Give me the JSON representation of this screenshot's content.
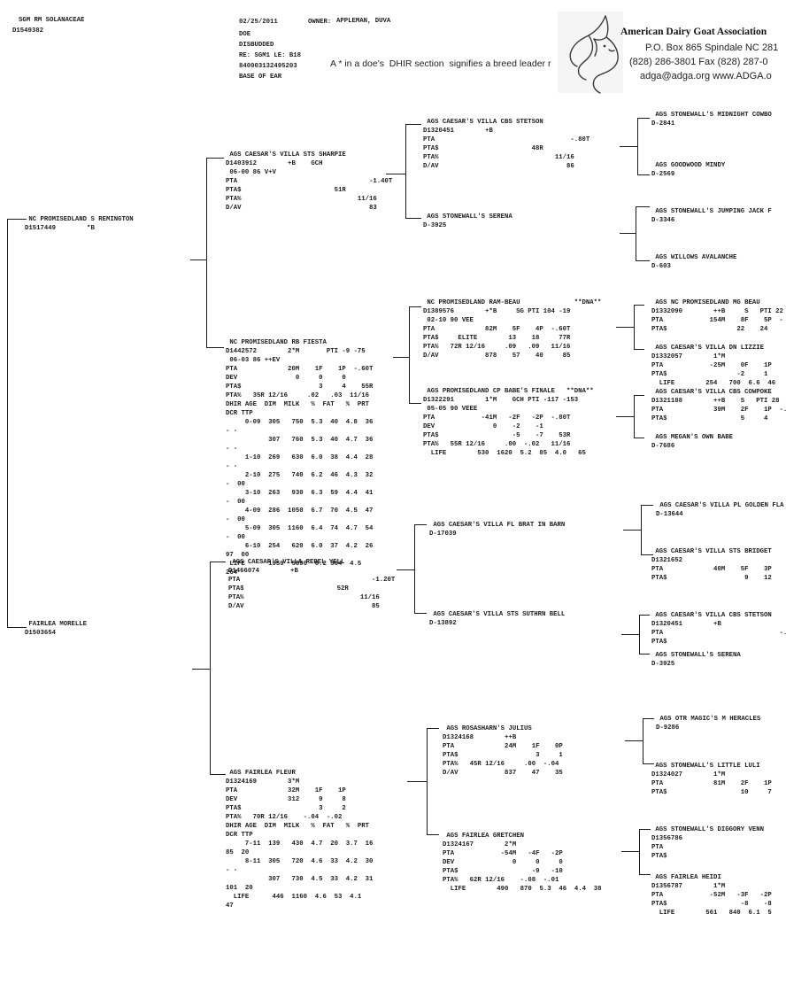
{
  "header": {
    "subject": {
      "name": "SGM RM SOLANACEAE",
      "id": "D1549382"
    },
    "date": "02/25/2011",
    "owner_label": "OWNER:",
    "owner_name": "APPLEMAN, DUVA",
    "info_lines": [
      "DOE",
      "DISBUDDED",
      "RE: SGM1 LE: B18",
      "840003132495203",
      "BASE OF EAR"
    ],
    "note": "A * in a doe's  DHIR section  signifies a breed leader r",
    "association": {
      "logo_icon": "goat-line-art",
      "name": "American Dairy Goat Association",
      "address_line1": "P.O. Box 865   Spindale NC 281",
      "address_line2": "(828) 286-3801   Fax (828) 287-0",
      "address_line3": "adga@adga.org  www.ADGA.o"
    }
  },
  "pedigree": {
    "nodes": [
      {
        "id": "stetson_top",
        "lines": [
          " AGS CAESAR'S VILLA CBS STETSON",
          "D1320451        +B",
          "PTA                                   -.80T",
          "PTA$                        48R",
          "PTA%                              11/16",
          "D/AV                                 86"
        ]
      },
      {
        "id": "midnight_cowboy",
        "lines": [
          " AGS STONEWALL'S MIDNIGHT COWBO",
          "D-2841"
        ]
      },
      {
        "id": "sharpie",
        "lines": [
          " AGS CAESAR'S VILLA STS SHARPIE",
          "D1403912        +B    GCH",
          " 06-00 86 V+V",
          "PTA                                  -1.40T",
          "PTA$                        51R",
          "PTA%                              11/16",
          "D/AV                                 83"
        ]
      },
      {
        "id": "goodwood_mindy",
        "lines": [
          " AGS GOODWOOD MINDY",
          "D-2569"
        ]
      },
      {
        "id": "jumping_jack",
        "lines": [
          " AGS STONEWALL'S JUMPING JACK F",
          "D-3346"
        ]
      },
      {
        "id": "serena_top",
        "lines": [
          " AGS STONEWALL'S SERENA",
          "D-3925"
        ]
      },
      {
        "id": "remington",
        "lines": [
          " NC PROMISEDLAND S REMINGTON",
          "D1517449        *B"
        ]
      },
      {
        "id": "willows_avalanche",
        "lines": [
          " AGS WILLOWS AVALANCHE",
          "D-603"
        ]
      },
      {
        "id": "mg_beau",
        "lines": [
          " AGS NC PROMISEDLAND MG BEAU",
          "D1332090        ++B     S   PTI 22",
          "PTA            154M    8F    5P  -",
          "PTA$                  22    24"
        ]
      },
      {
        "id": "ram_beau",
        "lines": [
          " NC PROMISEDLAND RAM-BEAU              **DNA**",
          "D1389576        +*B     SG PTI 104 -19",
          " 02-10 90 VEE",
          "PTA             82M    5F    4P  -.60T",
          "PTA$     ELITE        13    18     77R",
          "PTA%   72R 12/16     .09   .09   11/16",
          "D/AV            878    57    40     85"
        ]
      },
      {
        "id": "fiesta",
        "lines": [
          " NC PROMISEDLAND RB FIESTA",
          "D1442572        2*M       PTI -9 -75",
          " 06-03 86 ++EV",
          "PTA             20M    1F    1P  -.60T",
          "DEV               0     0     0",
          "PTA$                    3     4    55R",
          "PTA%   35R 12/16     .02   .03  11/16",
          "DHIR AGE  DIM  MILK   %  FAT   %  PRT",
          "DCR TTP",
          "     0-09  305   750  5.3  40  4.8  36",
          "- -",
          "           307   760  5.3  40  4.7  36",
          "- -",
          "     1-10  269   630  6.0  38  4.4  28",
          "- -",
          "     2-10  275   740  6.2  46  4.3  32",
          "-  00",
          "     3-10  263   930  6.3  59  4.4  41",
          "-  00",
          "     4-09  286  1050  6.7  70  4.5  47",
          "-  00",
          "     5-09  305  1160  6.4  74  4.7  54",
          "-  00",
          "     6-10  254   620  6.0  37  4.2  26",
          "97  00",
          " LIFE      1959  5890  6.2 364  4.5",
          "264"
        ]
      },
      {
        "id": "dn_lizzie",
        "lines": [
          " AGS CAESAR'S VILLA DN LIZZIE",
          "D1332057        1*M",
          "PTA            -25M    0F    1P",
          "PTA$                  -2     1",
          "  LIFE        254   700  6.6  46"
        ]
      },
      {
        "id": "cowpoke",
        "lines": [
          " AGS CAESAR'S VILLA CBS COWPOKE",
          "D1321188        ++B    S   PTI 28",
          "PTA             39M    2F    1P  -.",
          "PTA$                   5     4"
        ]
      },
      {
        "id": "babes_finale",
        "lines": [
          " AGS PROMISEDLAND CP BABE'S FINALE   **DNA**",
          "D1322291        1*M    GCH PTI -117 -153",
          " 05-05 90 VEEE",
          "PTA            -41M   -2F   -2P  -.80T",
          "DEV               0    -2    -1",
          "PTA$                   -5    -7    53R",
          "PTA%   55R 12/16     .00  -.02   11/16",
          "  LIFE        530  1620  5.2  85  4.0   65"
        ]
      },
      {
        "id": "megans_own_babe",
        "lines": [
          " AGS MEGAN'S OWN BABE",
          "D-7686"
        ]
      },
      {
        "id": "golden_flash",
        "lines": [
          " AGS CAESAR'S VILLA PL GOLDEN FLA",
          "D-13644"
        ]
      },
      {
        "id": "brat_in_barn",
        "lines": [
          " AGS CAESAR'S VILLA FL BRAT IN BARN",
          "D-17039"
        ]
      },
      {
        "id": "bridget",
        "lines": [
          " AGS CAESAR'S VILLA STS BRIDGET",
          "D1321652",
          "PTA             40M    5F    3P",
          "PTA$                    9    12"
        ]
      },
      {
        "id": "rebel_yell",
        "lines": [
          " AGS CAESAR'S VILLA REBEL YELL",
          "D1466074        +B",
          "PTA                                  -1.20T",
          "PTA$                        52R",
          "PTA%                              11/16",
          "D/AV                                 85"
        ]
      },
      {
        "id": "suthrn_bell",
        "lines": [
          " AGS CAESAR'S VILLA STS SUTHRN BELL",
          "D-13892"
        ]
      },
      {
        "id": "stetson_bottom",
        "lines": [
          " AGS CAESAR'S VILLA CBS STETSON",
          "D1320451        +B",
          "PTA                              -.",
          "PTA$"
        ]
      },
      {
        "id": "serena_bottom",
        "lines": [
          " AGS STONEWALL'S SERENA",
          "D-3925"
        ]
      },
      {
        "id": "morelle",
        "lines": [
          " FAIRLEA MORELLE",
          "D1503654"
        ]
      },
      {
        "id": "heracles",
        "lines": [
          " AGS OTR MAGIC'S M HERACLES",
          "D-9286"
        ]
      },
      {
        "id": "julius",
        "lines": [
          " AGS ROSASHARN'S JULIUS",
          "D1324168        ++B",
          "PTA             24M    1F    0P",
          "PTA$                    3     1",
          "PTA%   45R 12/16     .00  -.04",
          "D/AV            837    47    35"
        ]
      },
      {
        "id": "little_luli",
        "lines": [
          " AGS STONEWALL'S LITTLE LULI",
          "D1324027        1*M",
          "PTA             81M    2F    1P",
          "PTA$                   10     7"
        ]
      },
      {
        "id": "fleur",
        "lines": [
          " AGS FAIRLEA FLEUR",
          "D1324169        3*M",
          "PTA             32M    1F    1P",
          "DEV             312     9     8",
          "PTA$                    3     2",
          "PTA%   70R 12/16    -.04  -.02",
          "DHIR AGE  DIM  MILK   %  FAT   %  PRT",
          "DCR TTP",
          "     7-11  139   430  4.7  20  3.7  16",
          "85  20",
          "     8-11  305   720  4.6  33  4.2  30",
          "- -",
          "           307   730  4.5  33  4.2  31",
          "101  20",
          "  LIFE      446  1160  4.6  53  4.1",
          "47"
        ]
      },
      {
        "id": "diggory_venn",
        "lines": [
          " AGS STONEWALL'S DIGGORY VENN",
          "D1356786",
          "PTA",
          "PTA$"
        ]
      },
      {
        "id": "gretchen",
        "lines": [
          " AGS FAIRLEA GRETCHEN",
          "D1324167        2*M",
          "PTA            -54M   -4F   -2P",
          "DEV               0     0     0",
          "PTA$                   -9   -10",
          "PTA%   62R 12/16    -.08  -.01",
          "  LIFE        490   870  5.3  46  4.4  38"
        ]
      },
      {
        "id": "heidi",
        "lines": [
          " AGS FAIRLEA HEIDI",
          "D1356787        1*M",
          "PTA            -52M   -3F   -2P",
          "PTA$                   -8    -8",
          "  LIFE        561   840  6.1  5"
        ]
      }
    ]
  },
  "colors": {
    "text": "#1c1c1c",
    "background": "#ffffff"
  }
}
